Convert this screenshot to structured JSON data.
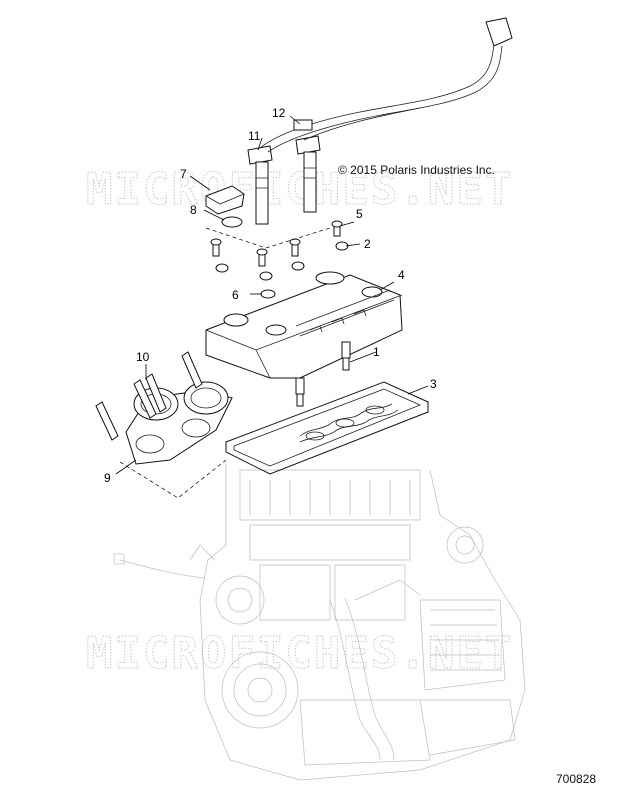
{
  "copyright": "© 2015 Polaris Industries Inc.",
  "figure_number": "700828",
  "watermark": "MICROFICHES.NET",
  "callouts": {
    "c1": "1",
    "c2": "2",
    "c3": "3",
    "c4": "4",
    "c5": "5",
    "c6": "6",
    "c7": "7",
    "c8": "8",
    "c9": "9",
    "c10": "10",
    "c11": "11",
    "c12": "12"
  }
}
